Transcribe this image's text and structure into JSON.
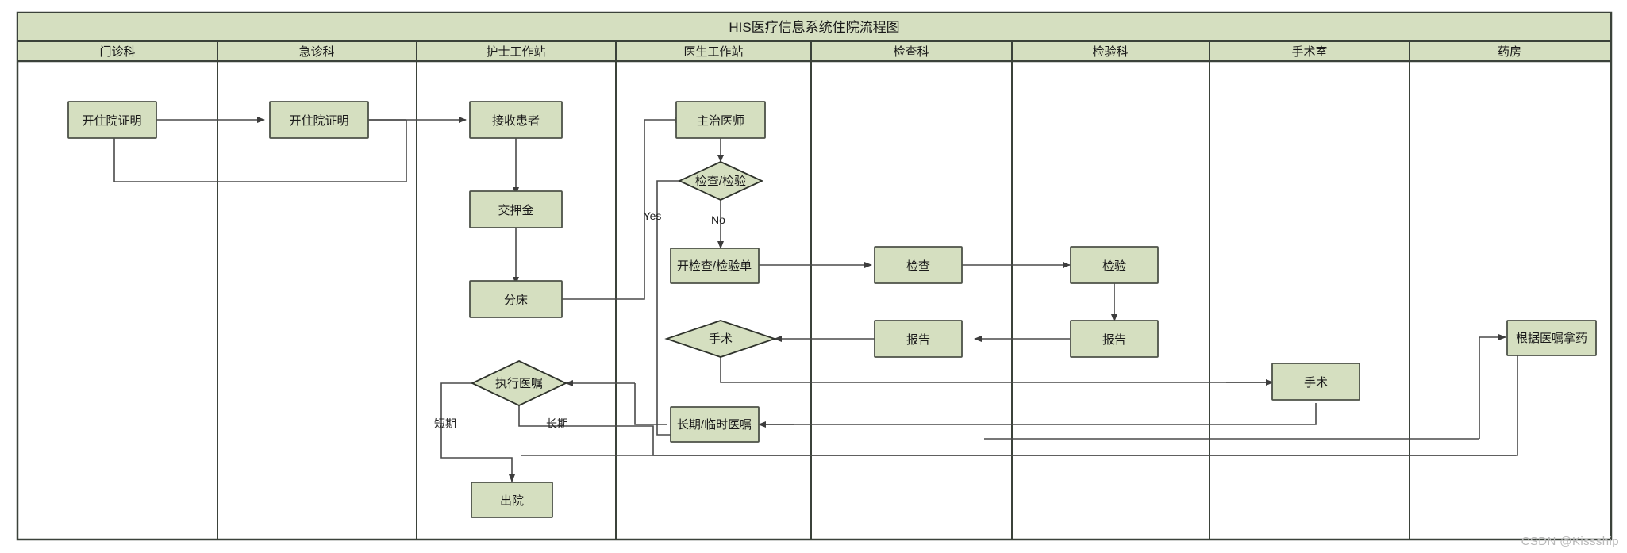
{
  "diagram": {
    "title": "HIS医疗信息系统住院流程图",
    "watermark": "CSDN @Kissship",
    "colors": {
      "node_fill": "#d5dfc0",
      "node_stroke": "#4d5248",
      "lane_header_fill": "#d5dfc0",
      "lane_border": "#3b423a",
      "edge_stroke": "#4a4a4a",
      "background": "#ffffff",
      "watermark_text": "#b9b9b9"
    },
    "lanes": [
      {
        "id": "lane-outpatient",
        "label": "门诊科"
      },
      {
        "id": "lane-emergency",
        "label": "急诊科"
      },
      {
        "id": "lane-nurse-station",
        "label": "护士工作站"
      },
      {
        "id": "lane-doctor-station",
        "label": "医生工作站"
      },
      {
        "id": "lane-examination",
        "label": "检查科"
      },
      {
        "id": "lane-laboratory",
        "label": "检验科"
      },
      {
        "id": "lane-operating-room",
        "label": "手术室"
      },
      {
        "id": "lane-pharmacy",
        "label": "药房"
      }
    ],
    "nodes": [
      {
        "id": "n-admit-cert-outpatient",
        "label": "开住院证明",
        "shape": "rect",
        "lane": "门诊科"
      },
      {
        "id": "n-admit-cert-emergency",
        "label": "开住院证明",
        "shape": "rect",
        "lane": "急诊科"
      },
      {
        "id": "n-receive-patient",
        "label": "接收患者",
        "shape": "rect",
        "lane": "护士工作站"
      },
      {
        "id": "n-pay-deposit",
        "label": "交押金",
        "shape": "rect",
        "lane": "护士工作站"
      },
      {
        "id": "n-assign-bed",
        "label": "分床",
        "shape": "rect",
        "lane": "护士工作站"
      },
      {
        "id": "n-execute-orders",
        "label": "执行医嘱",
        "shape": "diamond",
        "lane": "护士工作站"
      },
      {
        "id": "n-discharge",
        "label": "出院",
        "shape": "rect",
        "lane": "护士工作站"
      },
      {
        "id": "n-attending-doctor",
        "label": "主治医师",
        "shape": "rect",
        "lane": "医生工作站"
      },
      {
        "id": "n-exam-or-lab-decision",
        "label": "检查/检验",
        "shape": "diamond",
        "lane": "医生工作站"
      },
      {
        "id": "n-issue-exam-order",
        "label": "开检查/检验单",
        "shape": "rect",
        "lane": "医生工作站"
      },
      {
        "id": "n-surgery-decision",
        "label": "手术",
        "shape": "diamond",
        "lane": "医生工作站"
      },
      {
        "id": "n-longterm-temp-orders",
        "label": "长期/临时医嘱",
        "shape": "rect",
        "lane": "医生工作站"
      },
      {
        "id": "n-examination",
        "label": "检查",
        "shape": "rect",
        "lane": "检查科"
      },
      {
        "id": "n-exam-report",
        "label": "报告",
        "shape": "rect",
        "lane": "检查科"
      },
      {
        "id": "n-laboratory",
        "label": "检验",
        "shape": "rect",
        "lane": "检验科"
      },
      {
        "id": "n-lab-report",
        "label": "报告",
        "shape": "rect",
        "lane": "检验科"
      },
      {
        "id": "n-operation",
        "label": "手术",
        "shape": "rect",
        "lane": "手术室"
      },
      {
        "id": "n-dispense-medicine",
        "label": "根据医嘱拿药",
        "shape": "rect",
        "lane": "药房"
      }
    ],
    "edge_labels": [
      {
        "id": "edge-label-yes",
        "label": "Yes"
      },
      {
        "id": "edge-label-no",
        "label": "No"
      },
      {
        "id": "edge-label-short-term",
        "label": "短期"
      },
      {
        "id": "edge-label-long-term",
        "label": "长期"
      }
    ]
  }
}
